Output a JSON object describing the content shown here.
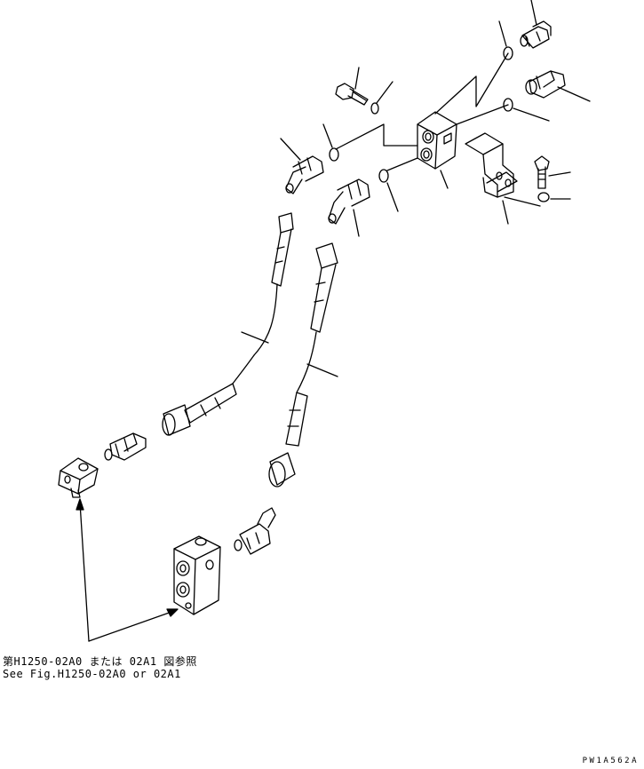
{
  "reference_note": {
    "japanese": "第H1250-02A0 または 02A1 図参照",
    "english": "See Fig.H1250-02A0 or 02A1"
  },
  "drawing_code": "PW1A562A"
}
